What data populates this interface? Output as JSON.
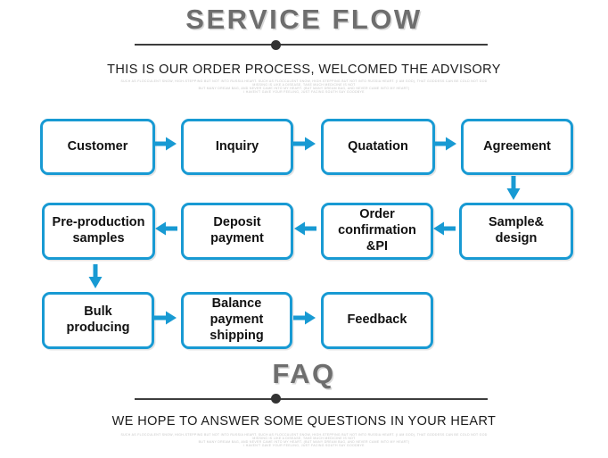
{
  "theme": {
    "accent_blue": "#189ad3",
    "title_gray": "#6e6e6e",
    "divider_color": "#3d3d3d",
    "box_text_color": "#111111",
    "fine_print_gray": "#c5c5c5",
    "background": "#ffffff"
  },
  "service_flow": {
    "title": "SERVICE FLOW",
    "subtitle": "THIS IS OUR ORDER PROCESS, WELCOMED THE ADVISORY"
  },
  "faq": {
    "title": "FAQ",
    "subtitle": "WE HOPE TO ANSWER SOME QUESTIONS IN YOUR HEART"
  },
  "fine_print": [
    "SUCH AS FLOCCULENT SNOW, HIGH-STEPPING BUT NOT INTO RUSSIA HEART. SUCH AS FLOCCULENT SNOW, HIGH-STEPPING BUT NOT INTO RUSSIA HEART. (I AM GOD), THAT GODDESS CAN BE COLD NOT GOD",
    "MISSING IS LIKE A DISEASE, TAKE MUCH MEDICINE IS NOT",
    "BUT MANY DREAM BAG, AND NEVER CAME INTO MY HEART. (BUT MANY DREAM BAG, AND NEVER CAME INTO MY HEART)",
    "I HAVEN'T GAVE YOUR FEELING, JUST FACING SOUTH SAY GOODBYE"
  ],
  "flow": {
    "row1": [
      "Customer",
      "Inquiry",
      "Quatation",
      "Agreement"
    ],
    "row2": [
      "Pre-production\nsamples",
      "Deposit\npayment",
      "Order\nconfirmation\n&PI",
      "Sample&\ndesign"
    ],
    "row3": [
      "Bulk\nproducing",
      "Balance\npayment\nshipping",
      "Feedback"
    ]
  }
}
